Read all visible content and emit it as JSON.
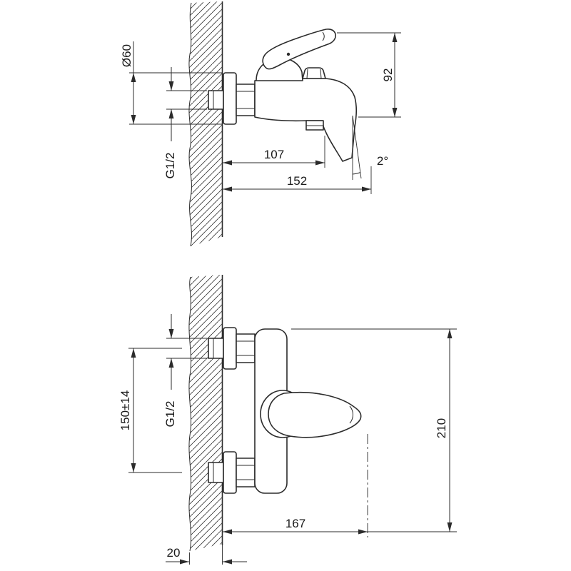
{
  "drawing": {
    "side_view": {
      "dim_diameter": "Ø60",
      "dim_thread": "G1/2",
      "dim_spout_reach": "107",
      "dim_total_reach": "152",
      "dim_height": "92",
      "dim_spout_angle": "2°"
    },
    "plan_view": {
      "dim_supply_centers": "150±14",
      "dim_thread": "G1/2",
      "dim_overall": "210",
      "dim_reach": "167",
      "dim_wall_offset": "20"
    }
  }
}
